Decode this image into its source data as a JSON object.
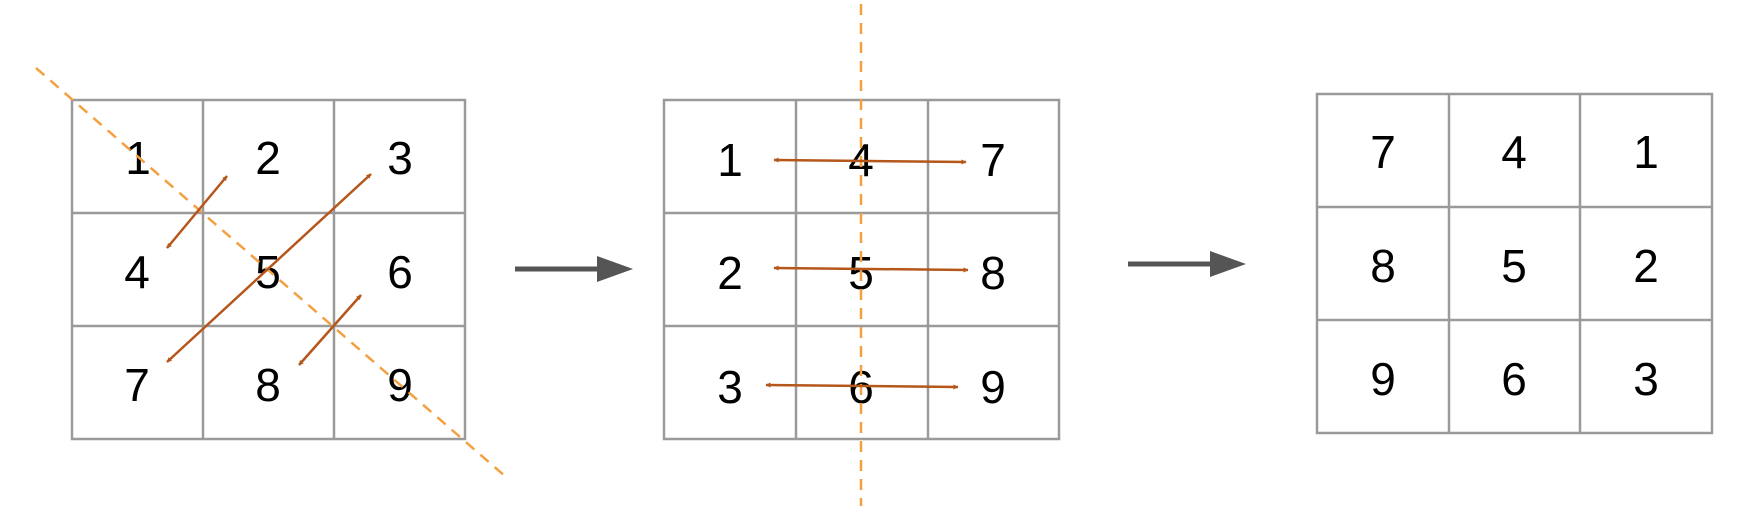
{
  "colors": {
    "grid": "#9a9a9a",
    "cell_fill": "#ffffff",
    "digit": "#000000",
    "swap_arrow": "#b5561a",
    "axis": "#f5a040",
    "flow_arrow": "#555555"
  },
  "grids": [
    {
      "id": "original",
      "cells": [
        [
          "1",
          "2",
          "3"
        ],
        [
          "4",
          "5",
          "6"
        ],
        [
          "7",
          "8",
          "9"
        ]
      ],
      "axis": "main-diagonal",
      "swap_pairs": [
        [
          "2",
          "4"
        ],
        [
          "3",
          "7"
        ],
        [
          "6",
          "8"
        ]
      ]
    },
    {
      "id": "transposed",
      "cells": [
        [
          "1",
          "4",
          "7"
        ],
        [
          "2",
          "5",
          "8"
        ],
        [
          "3",
          "6",
          "9"
        ]
      ],
      "axis": "vertical-center",
      "swap_pairs": [
        [
          "1",
          "7"
        ],
        [
          "2",
          "8"
        ],
        [
          "3",
          "9"
        ]
      ]
    },
    {
      "id": "rotated",
      "cells": [
        [
          "7",
          "4",
          "1"
        ],
        [
          "8",
          "5",
          "2"
        ],
        [
          "9",
          "6",
          "3"
        ]
      ],
      "axis": "none",
      "swap_pairs": []
    }
  ]
}
